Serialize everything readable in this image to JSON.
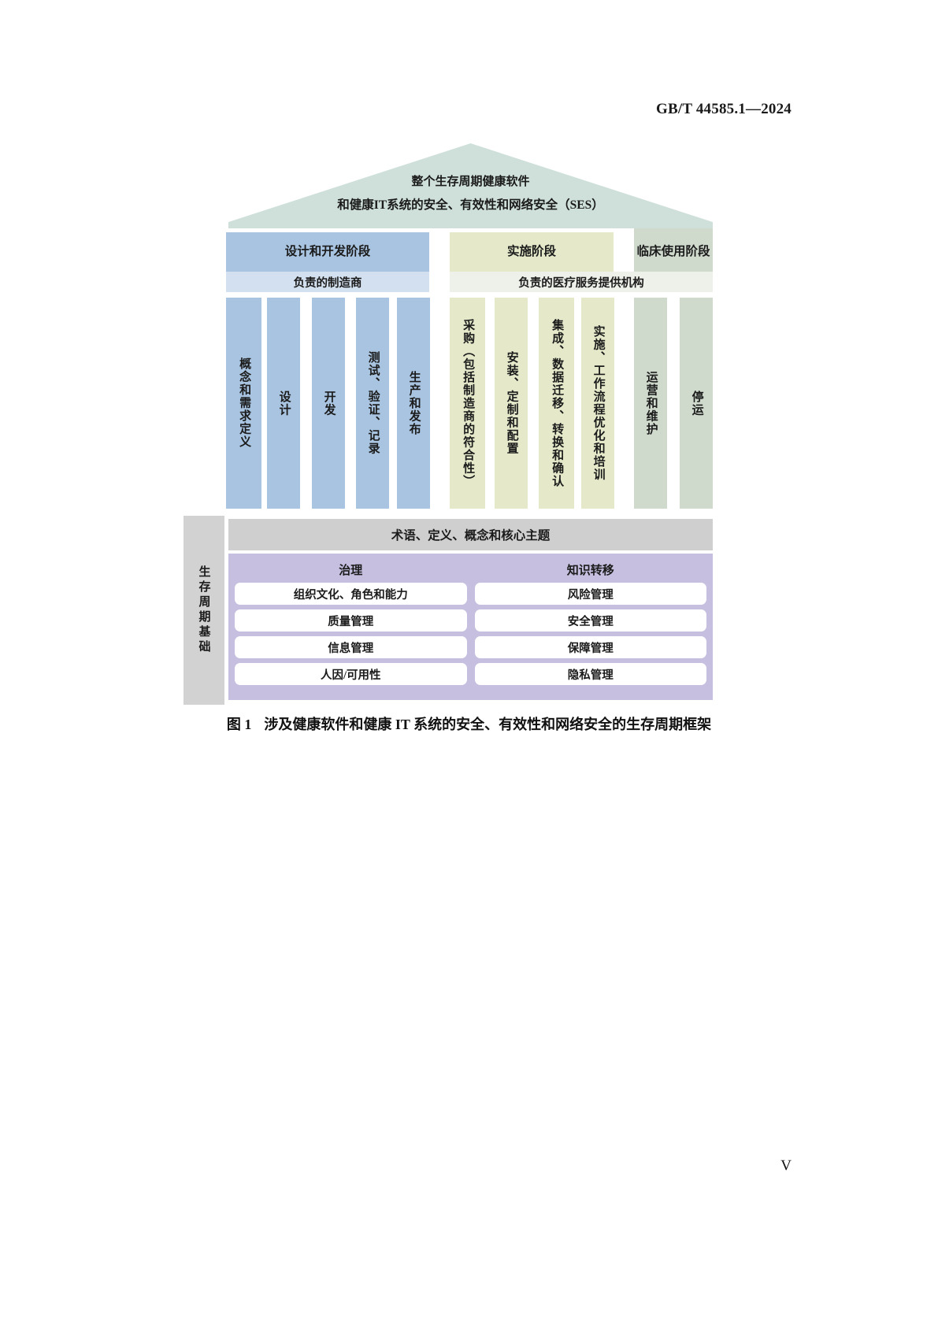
{
  "header": {
    "standard_number": "GB/T 44585.1—2024"
  },
  "figure": {
    "roof": {
      "line1": "整个生存周期健康软件",
      "line2": "和健康IT系统的安全、有效性和网络安全（SES）",
      "fill_color": "#cfe0db"
    },
    "phases": [
      {
        "label": "设计和开发阶段",
        "color": "#a8c4e0"
      },
      {
        "label": "实施阶段",
        "color": "#e5e9ca"
      },
      {
        "label": "临床使用阶段",
        "color": "#cfdacd"
      }
    ],
    "owners": [
      {
        "label": "负责的制造商",
        "color": "#d3e0ef"
      },
      {
        "label": "负责的医疗服务提供机构",
        "color": "#eef1ea"
      }
    ],
    "pillars": [
      {
        "label": "概念和需求定义",
        "group": "design",
        "color": "#a8c4e0"
      },
      {
        "label": "设计",
        "group": "design",
        "color": "#a8c4e0"
      },
      {
        "label": "开发",
        "group": "design",
        "color": "#a8c4e0"
      },
      {
        "label": "测试、验证、记录",
        "group": "design",
        "color": "#a8c4e0"
      },
      {
        "label": "生产和发布",
        "group": "design",
        "color": "#a8c4e0"
      },
      {
        "label": "采购（包括制造商的符合性）",
        "group": "implementation",
        "color": "#e5e9ca"
      },
      {
        "label": "安装、定制和配置",
        "group": "implementation",
        "color": "#e5e9ca"
      },
      {
        "label": "集成、数据迁移、转换和确认",
        "group": "implementation",
        "color": "#e5e9ca"
      },
      {
        "label": "实施、工作流程优化和培训",
        "group": "implementation",
        "color": "#e5e9ca"
      },
      {
        "label": "运营和维护",
        "group": "clinical",
        "color": "#cfdacd"
      },
      {
        "label": "停运",
        "group": "clinical",
        "color": "#cfdacd"
      }
    ],
    "foundation": {
      "side_label": "生存周期基础",
      "side_color": "#d2d2d2",
      "top_label": "术语、定义、概念和核心主题",
      "top_color": "#cfcfcf",
      "body_color": "#c6bfe0",
      "columns": [
        {
          "title": "治理",
          "items": [
            "组织文化、角色和能力",
            "质量管理",
            "信息管理",
            "人因/可用性"
          ]
        },
        {
          "title": "知识转移",
          "items": [
            "风险管理",
            "安全管理",
            "保障管理",
            "隐私管理"
          ]
        }
      ]
    },
    "caption": {
      "number": "图 1",
      "text": "涉及健康软件和健康 IT 系统的安全、有效性和网络安全的生存周期框架"
    }
  },
  "folio": {
    "page_number": "V"
  }
}
